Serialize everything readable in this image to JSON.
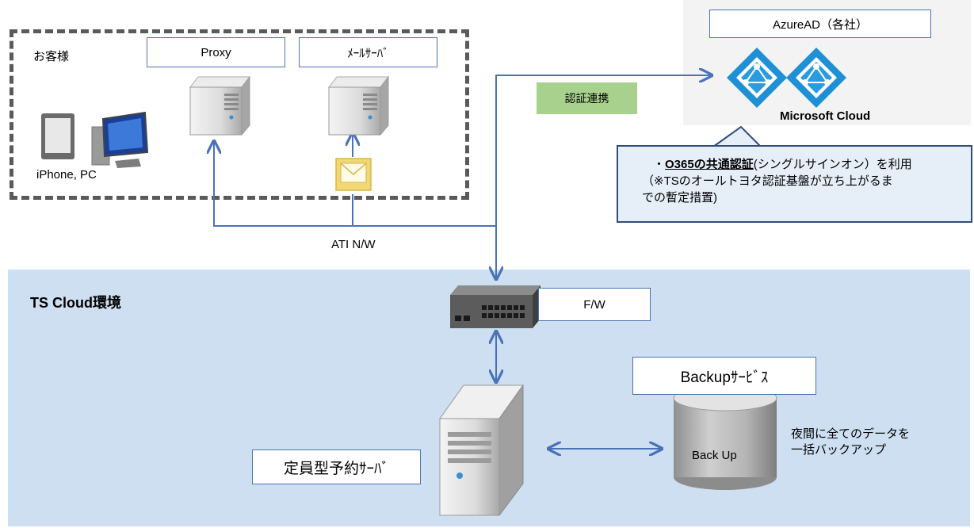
{
  "customer": {
    "title": "お客様",
    "devices_label": "iPhone, PC",
    "proxy_label": "Proxy",
    "mail_server_label": "ﾒｰﾙｻｰﾊﾞ"
  },
  "azure": {
    "title": "AzureAD（各社）",
    "cloud_label": "Microsoft Cloud"
  },
  "auth_link_label": "認証連携",
  "callout": {
    "prefix": "・",
    "emphasis": "O365の共通認証",
    "line1_rest": "(シングルサインオン）を利用",
    "line2": "（※TSのオールトヨタ認証基盤が立ち上がるま",
    "line3": "での暫定措置)"
  },
  "network_label": "ATI N/W",
  "ts_cloud": {
    "title": "TS Cloud環境",
    "firewall_label": "F/W",
    "backup_service_label": "Backupｻｰﾋﾞｽ",
    "server_label": "定員型予約ｻｰﾊﾞ",
    "backup_store_label": "Back Up",
    "backup_note_line1": "夜間に全てのデータを",
    "backup_note_line2": "一括バックアップ"
  },
  "colors": {
    "connector": "#4a72b8",
    "cloud_bg": "#cddff0",
    "auth_label_bg": "#a9d18e",
    "azure_blue": "#1f8fd6",
    "mail_icon": "#f2d875"
  },
  "icons": [
    "server-icon",
    "tablet-icon",
    "pc-icon",
    "mail-icon",
    "azure-ad-icon",
    "switch-icon",
    "database-icon"
  ]
}
